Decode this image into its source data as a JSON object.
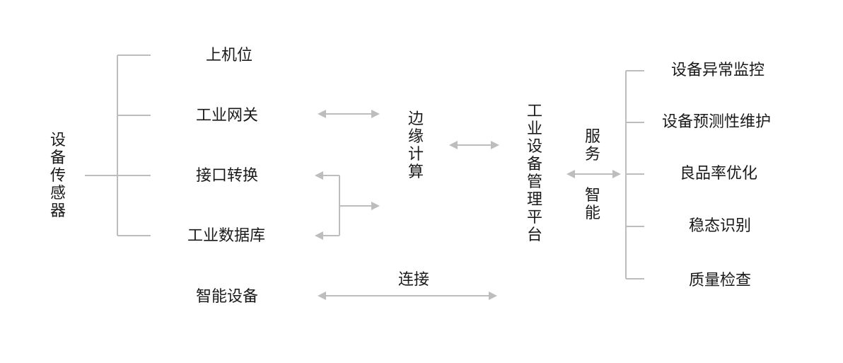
{
  "colors": {
    "line": "#bdbdbd",
    "text": "#1a1a1a",
    "background": "#ffffff"
  },
  "sensors": {
    "title": "设备传感器",
    "branches": [
      "上机位",
      "工业网关",
      "接口转换",
      "工业数据库"
    ]
  },
  "smart_device": "智能设备",
  "edge_computing": "边缘计算",
  "connect_label": "连接",
  "platform": "工业设备管理平台",
  "service_label": "服务",
  "smart_label": "智能",
  "services": [
    "设备异常监控",
    "设备预测性维护",
    "良品率优化",
    "稳态识别",
    "质量检查"
  ]
}
